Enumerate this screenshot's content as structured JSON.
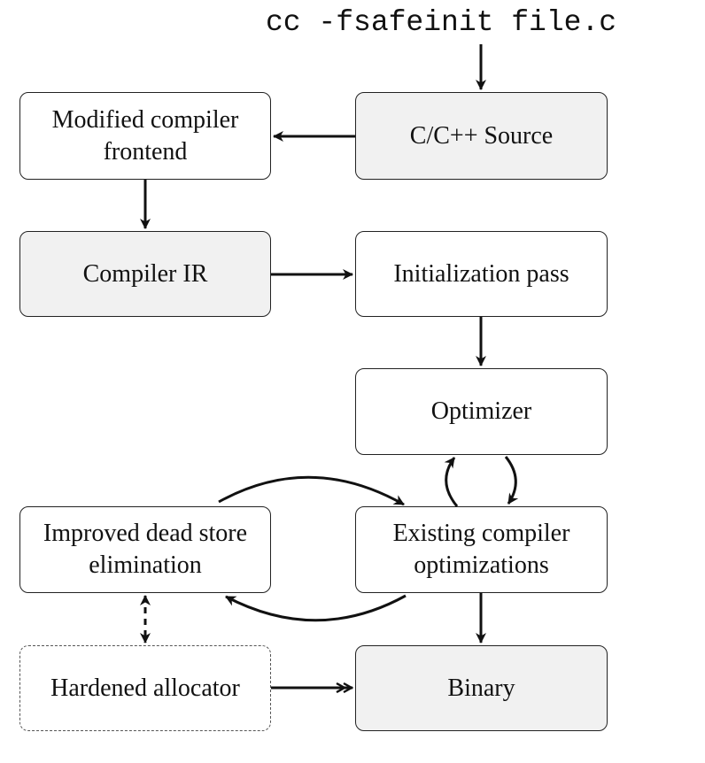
{
  "command": "cc -fsafeinit file.c",
  "nodes": {
    "source": "C/C++ Source",
    "frontend": "Modified compiler frontend",
    "ir": "Compiler IR",
    "init_pass": "Initialization pass",
    "optimizer": "Optimizer",
    "existing_opts": "Existing compiler optimizations",
    "dse": "Improved dead store elimination",
    "allocator": "Hardened allocator",
    "binary": "Binary"
  }
}
